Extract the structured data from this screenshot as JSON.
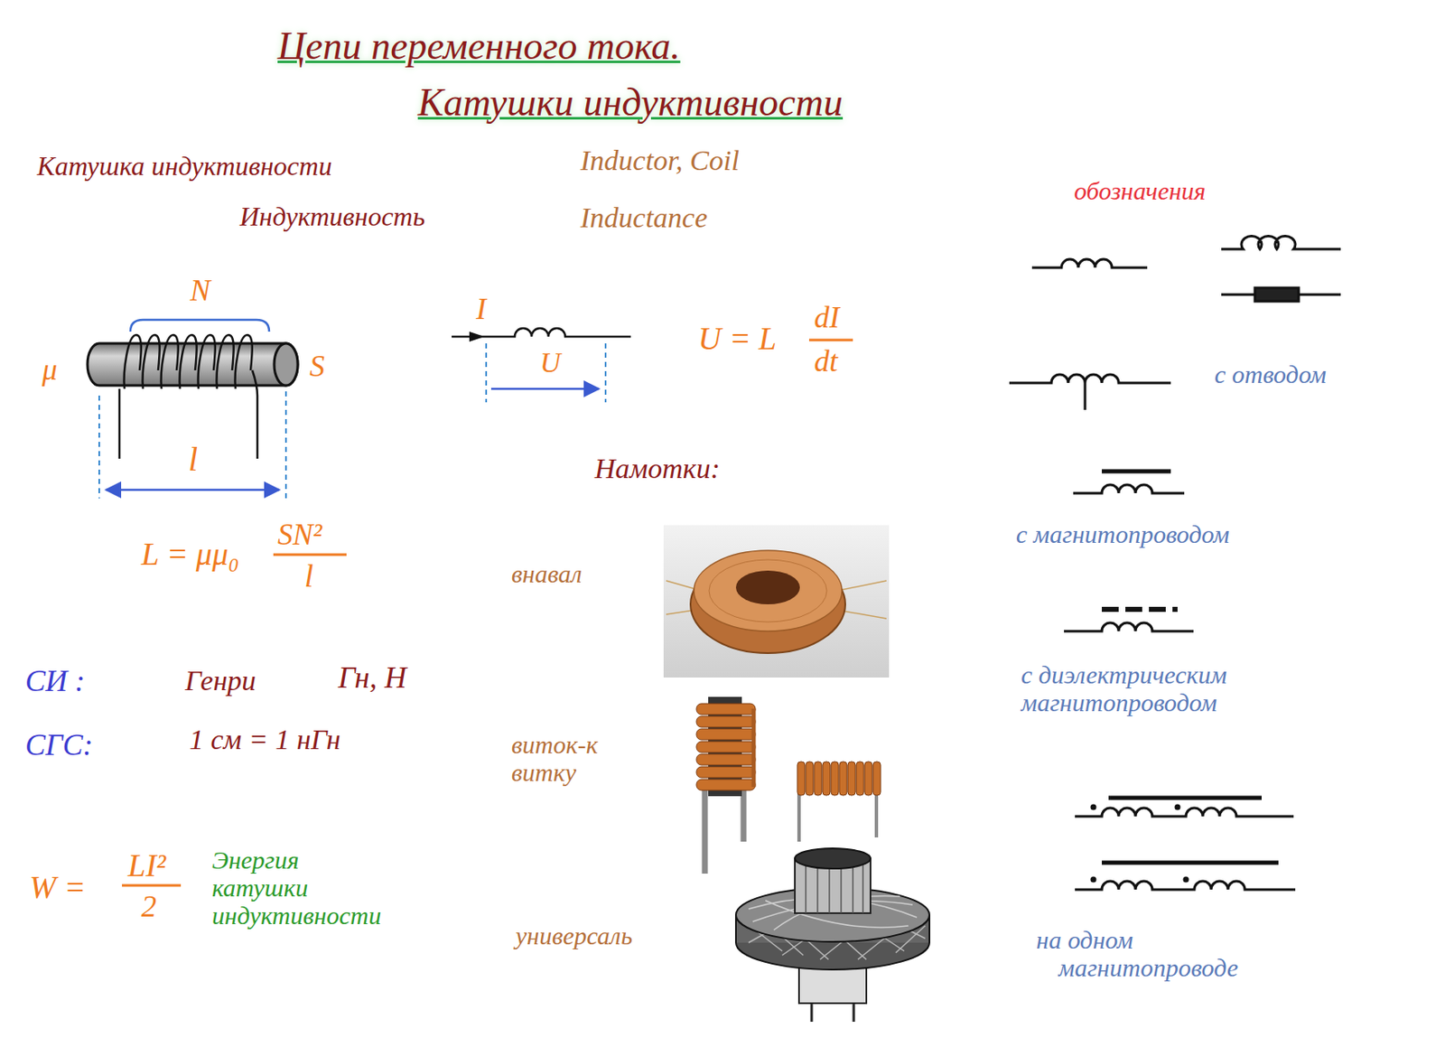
{
  "diagram": {
    "title": "Цепи переменного тока. Катушки индуктивности",
    "labels": [
      "Катушка индуктивности",
      "Inductor, Coil",
      "Индуктивность",
      "Inductance",
      "N",
      "μ",
      "S",
      "l",
      "I",
      "U",
      "U = L",
      "dI",
      "dt",
      "L = μμ₀",
      "SN²",
      "l",
      "СИ :",
      "Генри",
      "Гн, H",
      "СГС:",
      "1 см = 1 нГн",
      "W =",
      "LI²",
      "2",
      "Энергия катушки индуктивности",
      "Намотки:",
      "внавал",
      "виток-к витку",
      "универсаль",
      "обозначения",
      "с отводом",
      "с магнитопроводом",
      "с диэлектрическим магнитопроводом",
      "на одном магнитопроводе"
    ]
  }
}
